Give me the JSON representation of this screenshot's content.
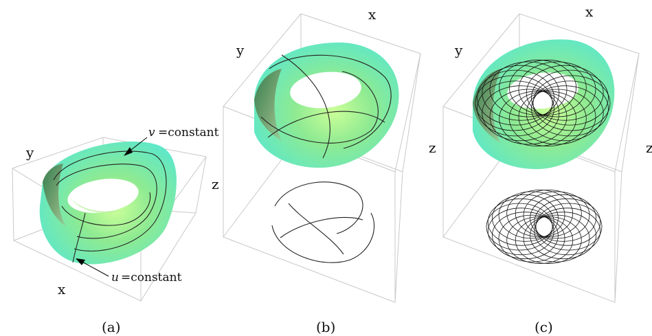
{
  "panels": [
    {
      "caption": "(a)",
      "axis_labels": {
        "x": "x",
        "y": "y"
      },
      "annotations": {
        "v_var": "v",
        "u_var": "u",
        "equals_constant": "=constant"
      }
    },
    {
      "caption": "(b)",
      "axis_labels": {
        "x": "x",
        "y": "y",
        "z": "z"
      }
    },
    {
      "caption": "(c)",
      "axis_labels": {
        "x": "x",
        "y": "y",
        "z": "z",
        "z_cut": "z"
      }
    }
  ],
  "colors": {
    "surface_light": "#ccff99",
    "surface_mid": "#6fe49a",
    "surface_edge": "#5fe8c8",
    "surface_dark": "#2f6b3a",
    "red_curve": "#d23a3a",
    "blue_curve": "#3a3ac8",
    "box_lines": "#c8c8c8"
  }
}
